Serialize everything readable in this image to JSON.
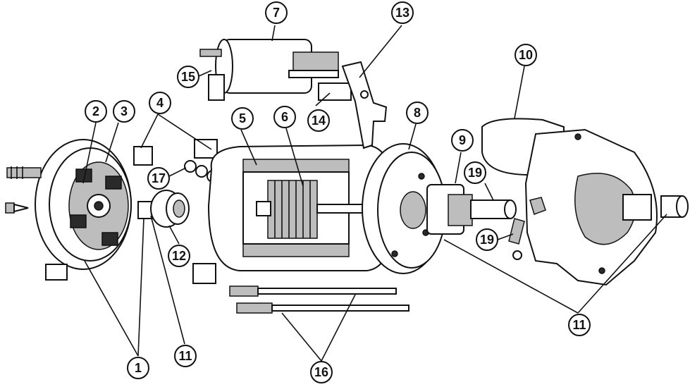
{
  "callouts": {
    "c1": "1",
    "c2": "2",
    "c3": "3",
    "c4": "4",
    "c5": "5",
    "c6": "6",
    "c7": "7",
    "c8": "8",
    "c9": "9",
    "c10": "10",
    "c11a": "11",
    "c11b": "11",
    "c12": "12",
    "c13": "13",
    "c14": "14",
    "c15": "15",
    "c16": "16",
    "c17": "17",
    "c19a": "19",
    "c19b": "19"
  },
  "colors": {
    "ink": "#111111",
    "paper": "#ffffff"
  }
}
